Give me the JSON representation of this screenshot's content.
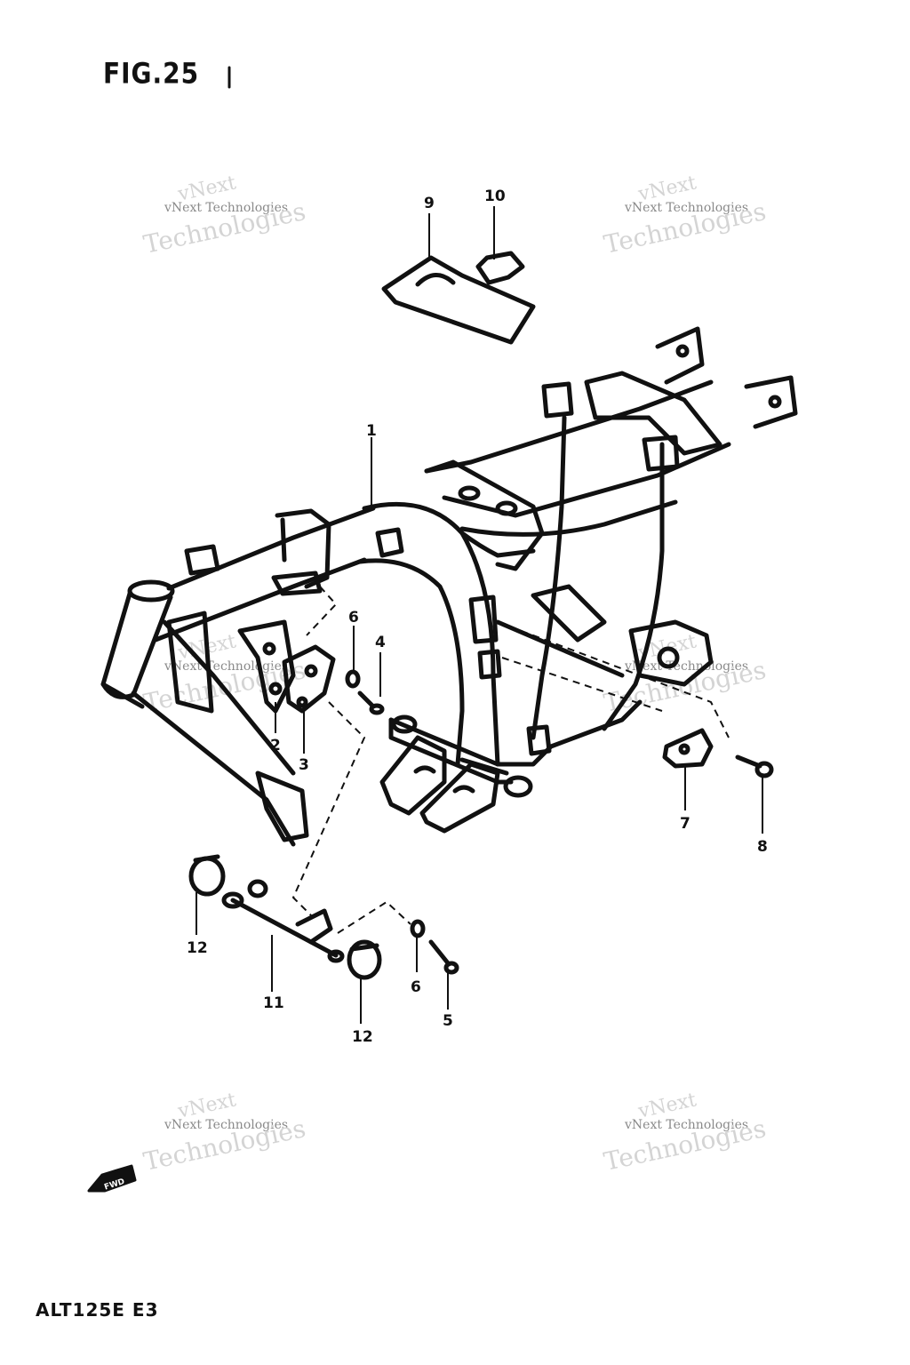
{
  "figure": {
    "title": "FIG.25",
    "model": "ALT125E  E3"
  },
  "watermark": {
    "line1": "vNext Technologies",
    "line2": "vNext",
    "line3": "Technologies"
  },
  "fwd_arrow_label": "FWD",
  "callouts": [
    "1",
    "2",
    "3",
    "4",
    "5",
    "6",
    "6",
    "7",
    "8",
    "9",
    "10",
    "11",
    "12",
    "12"
  ]
}
